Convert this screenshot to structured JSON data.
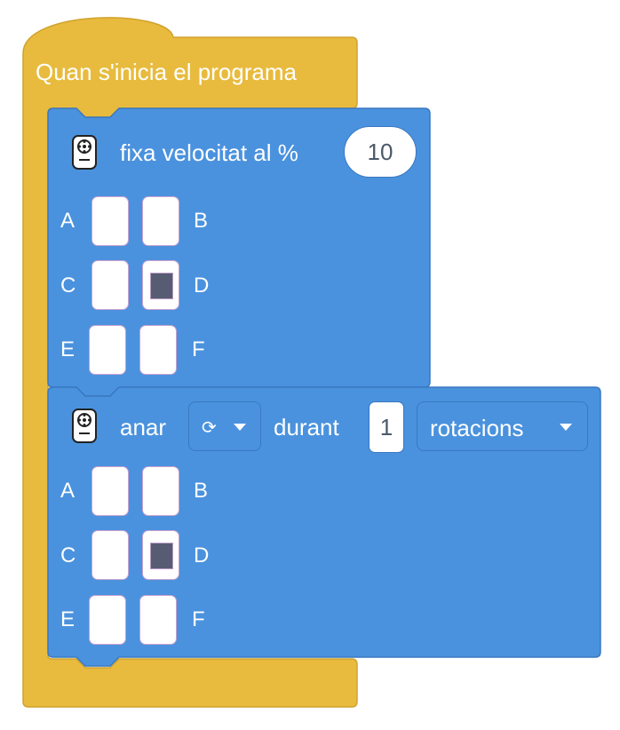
{
  "hat_block": {
    "label": "Quan s'inicia el programa",
    "color": "#e8bb3e"
  },
  "block_set_speed": {
    "icon": "motor-icon",
    "label": "fixa velocitat al %",
    "value": "10",
    "color": "#4a92de",
    "ports": {
      "A": "A",
      "B": "B",
      "C": "C",
      "D": "D",
      "E": "E",
      "F": "F",
      "selected": "D"
    }
  },
  "block_run": {
    "icon": "motor-icon",
    "label_anar": "anar",
    "direction_icon": "clockwise-rotation-icon",
    "direction_glyph": "⟳",
    "label_durant": "durant",
    "amount": "1",
    "unit": "rotacions",
    "ports": {
      "A": "A",
      "B": "B",
      "C": "C",
      "D": "D",
      "E": "E",
      "F": "F",
      "selected": "D"
    }
  }
}
